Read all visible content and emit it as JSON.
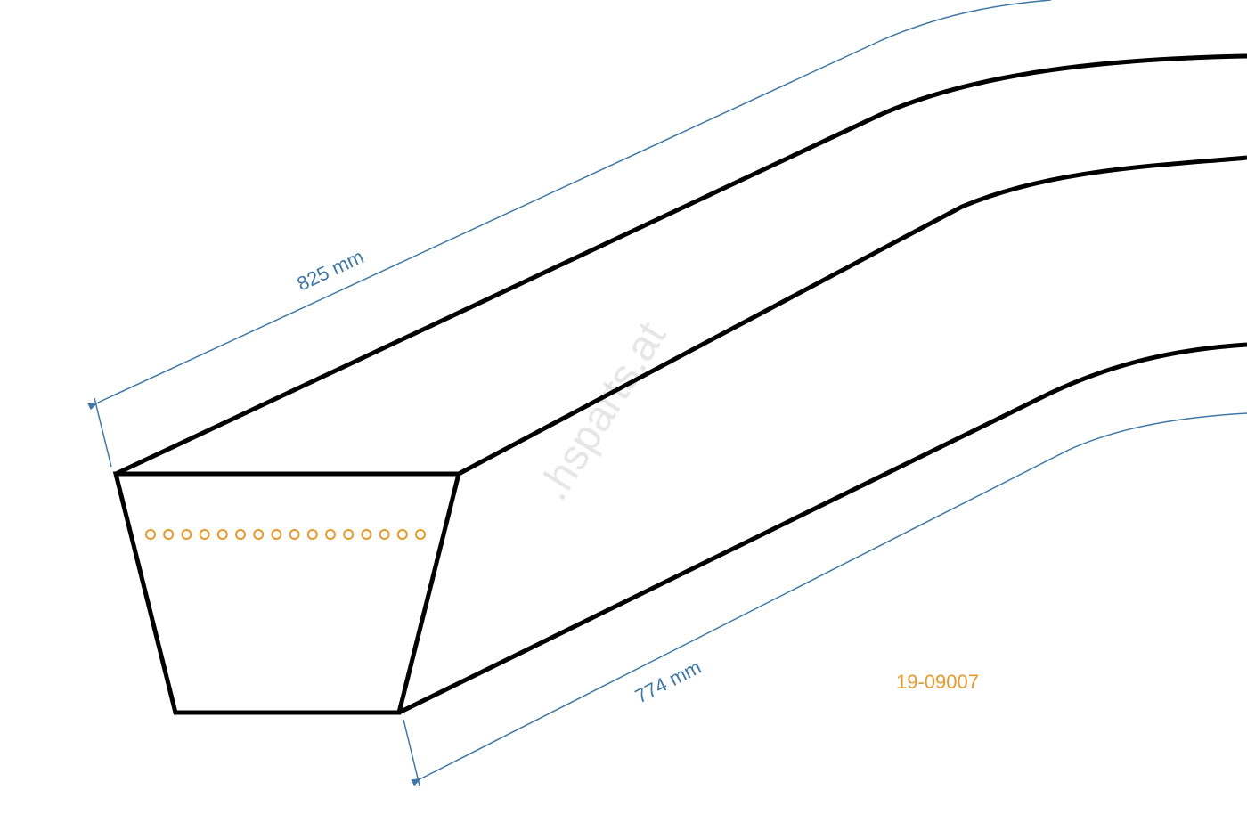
{
  "dimensions": {
    "outer_length": "825 mm",
    "inner_length": "774 mm"
  },
  "part_number": "19-09007",
  "watermark": ".hsparts.at",
  "cord_count": 16,
  "colors": {
    "outline": "#000000",
    "dimension": "#3f78a6",
    "accent": "#e59a2e"
  }
}
